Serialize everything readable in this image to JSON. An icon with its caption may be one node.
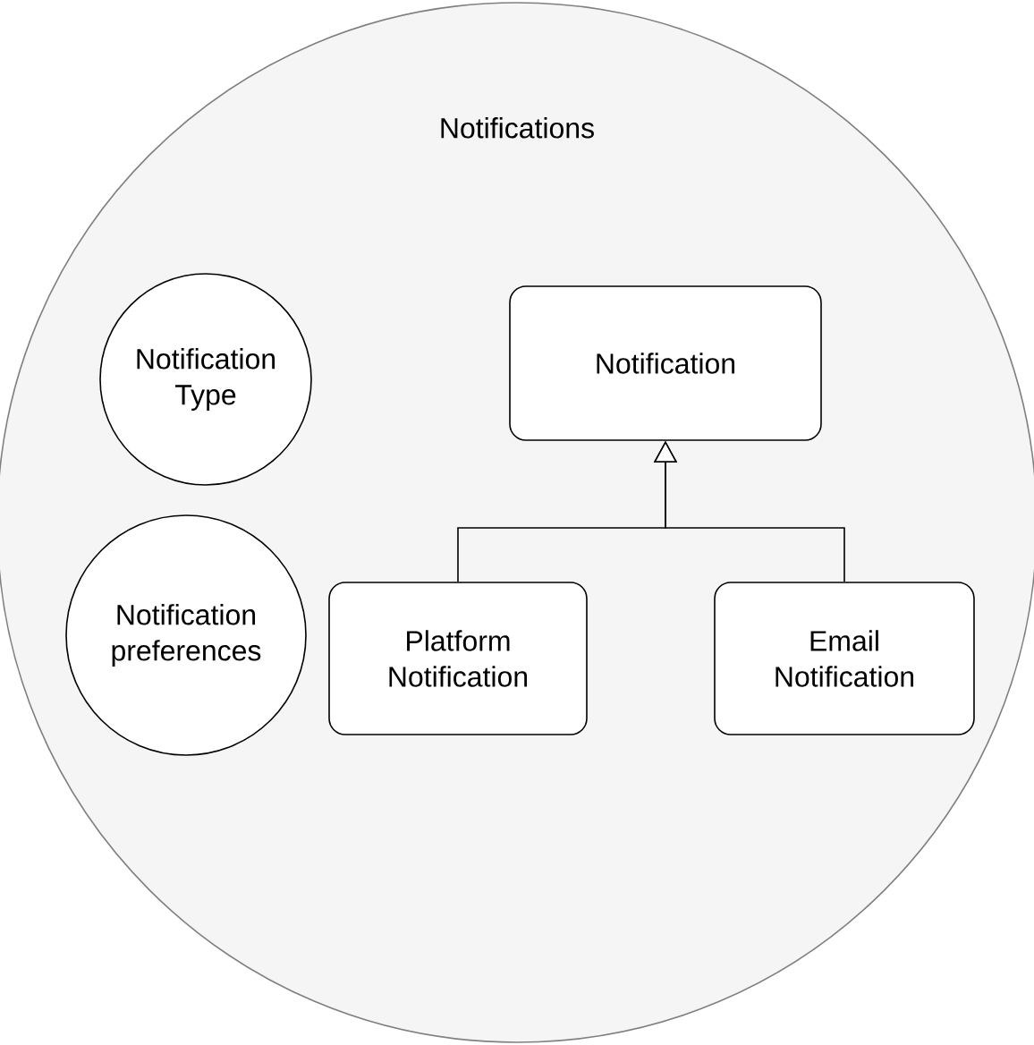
{
  "diagram": {
    "nodes": [
      {
        "text": [
          "Notifications"
        ]
      },
      {
        "text": [
          "Notification Type"
        ],
        "in": 0
      },
      {
        "text": [
          "Notification preferences"
        ],
        "in": 0
      },
      {
        "text": [
          "Notification"
        ],
        "in": 0
      },
      {
        "text": [
          "Platform Notification"
        ],
        "in": 0
      },
      {
        "text": [
          "Email Notification"
        ],
        "in": 0
      }
    ],
    "edges": [
      {
        "from": 4,
        "to": 3,
        "arrow": "to"
      },
      {
        "from": 5,
        "to": 3,
        "arrow": "to"
      }
    ]
  }
}
